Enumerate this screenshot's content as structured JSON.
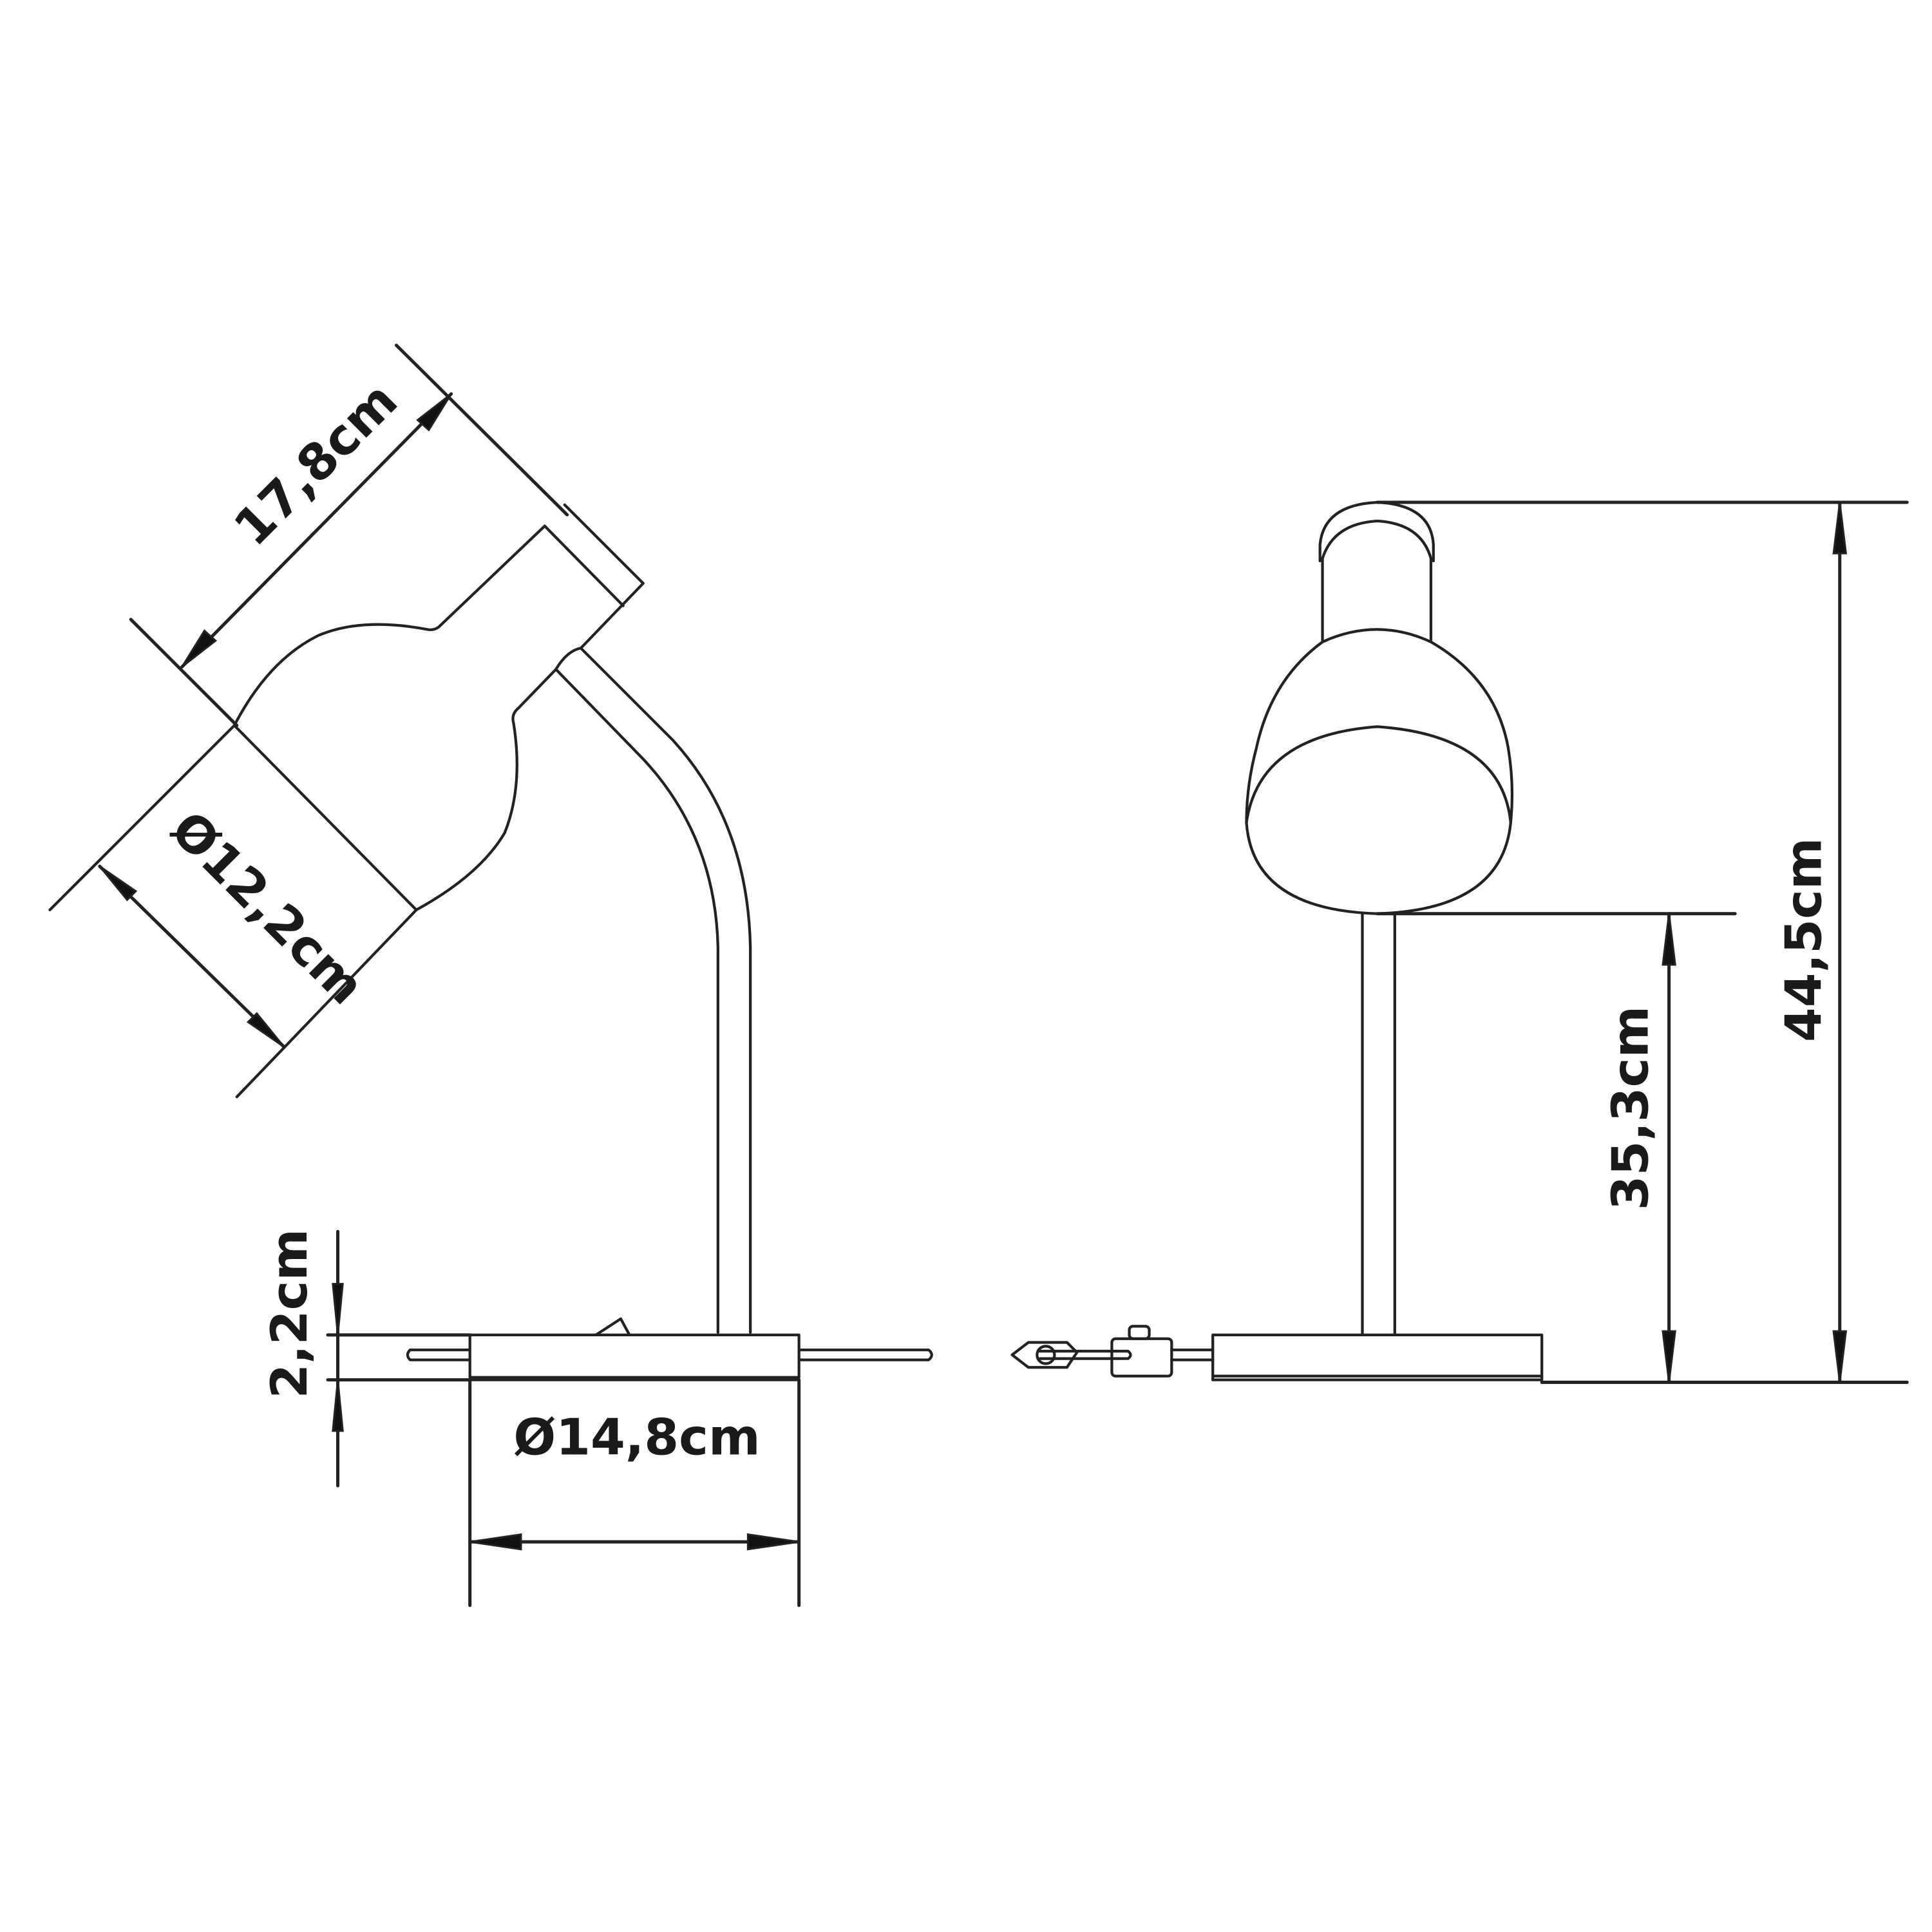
{
  "diagram": {
    "title": "Desk lamp dimension drawing",
    "views": [
      "side-view",
      "front-view"
    ],
    "colors": {
      "line": "#222222",
      "background": "#ffffff"
    },
    "dimensions": {
      "shade_length": "17,8cm",
      "shade_diameter": "Ø12,2cm",
      "base_height": "2,2cm",
      "base_diameter": "Ø14,8cm",
      "shade_bottom_height": "35,3cm",
      "total_height": "44,5cm"
    }
  }
}
